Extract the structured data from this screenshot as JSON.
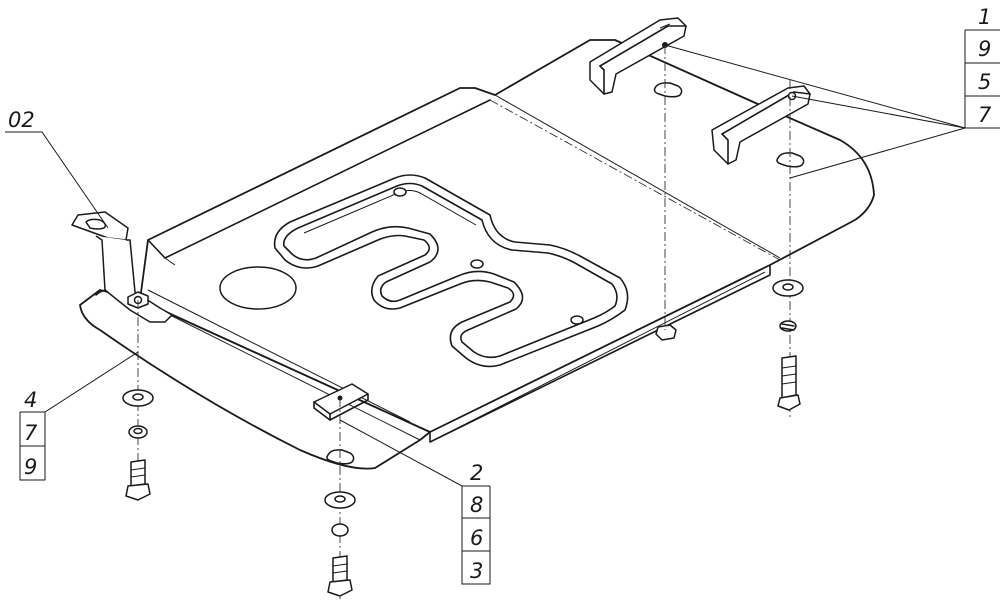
{
  "drawing": {
    "callouts": {
      "top_right": [
        "1",
        "9",
        "5",
        "7"
      ],
      "left_bracket": "02",
      "left_bolt": [
        "4",
        "7",
        "9"
      ],
      "bottom_bolt": [
        "2",
        "8",
        "6",
        "3"
      ]
    }
  }
}
